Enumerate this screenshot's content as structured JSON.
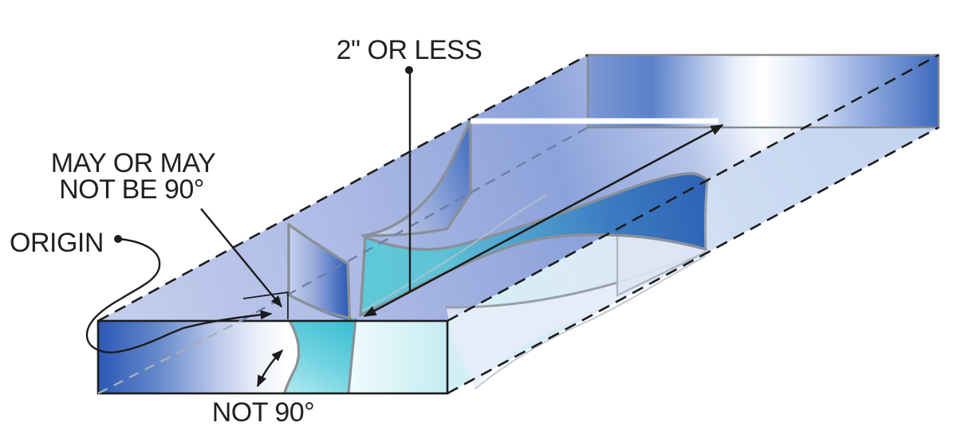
{
  "diagram": {
    "background": "#ffffff",
    "labels": {
      "two_or_less": "2\" OR LESS",
      "may_line1": "MAY OR MAY",
      "may_line2": "NOT BE 90°",
      "origin": "ORIGIN",
      "not_90": "NOT 90°"
    },
    "colors": {
      "plate_dark_blue": "#2c58b5",
      "teal_fracture": "#45c2d6",
      "band_steel_blue": "#3f7cc2",
      "periwinkle_top": "#aab8e4",
      "pale_side": "#cddcf2",
      "edge_gray": "#8a9098",
      "outline_black": "#1c1c1c",
      "text": "#231f20"
    }
  }
}
